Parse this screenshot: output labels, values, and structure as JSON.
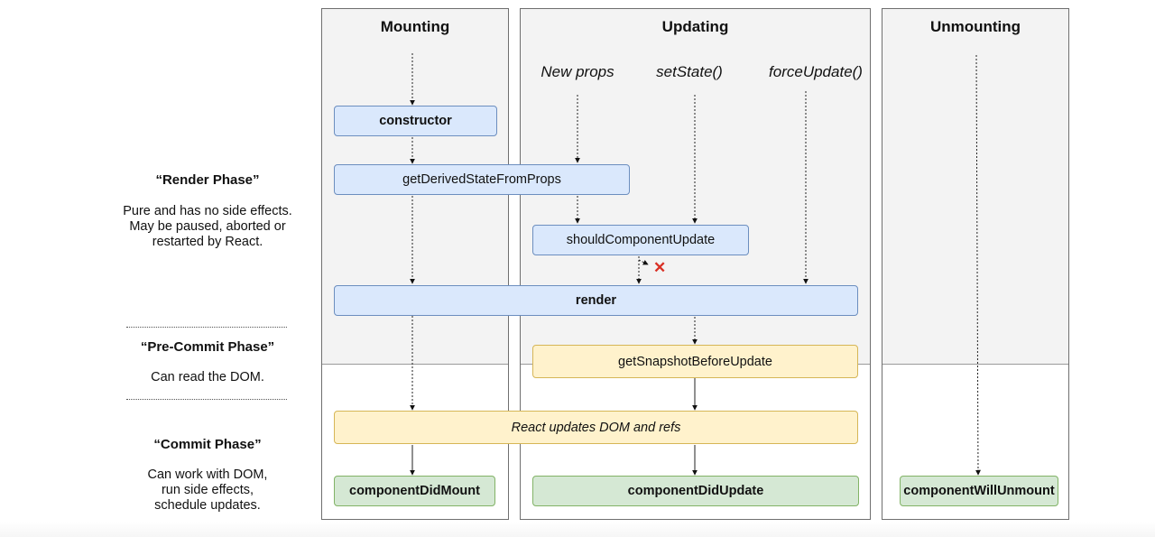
{
  "phases": [
    {
      "title": "“Render Phase”",
      "description": "Pure and has no side effects.\nMay be paused, aborted or\nrestarted by React."
    },
    {
      "title": "“Pre-Commit Phase”",
      "description": "Can read the DOM."
    },
    {
      "title": "“Commit Phase”",
      "description": "Can work with DOM,\nrun side effects,\nschedule updates."
    }
  ],
  "columns": {
    "mounting": "Mounting",
    "updating": "Updating",
    "unmounting": "Unmounting"
  },
  "triggers": {
    "new_props": "New props",
    "set_state": "setState()",
    "force_update": "forceUpdate()"
  },
  "methods": {
    "constructor": "constructor",
    "get_derived_state_from_props": "getDerivedStateFromProps",
    "should_component_update": "shouldComponentUpdate",
    "render": "render",
    "get_snapshot_before_update": "getSnapshotBeforeUpdate",
    "react_updates_dom": "React updates DOM and refs",
    "component_did_mount": "componentDidMount",
    "component_did_update": "componentDidUpdate",
    "component_will_unmount": "componentWillUnmount"
  },
  "colors": {
    "render_phase_box": "#dae8fc",
    "pre_commit_box": "#fff2cc",
    "commit_box": "#d5e8d4",
    "cancel_mark": "#d93025"
  },
  "icons": {
    "cancel": "cross-icon"
  },
  "cancel_symbol": "✕"
}
